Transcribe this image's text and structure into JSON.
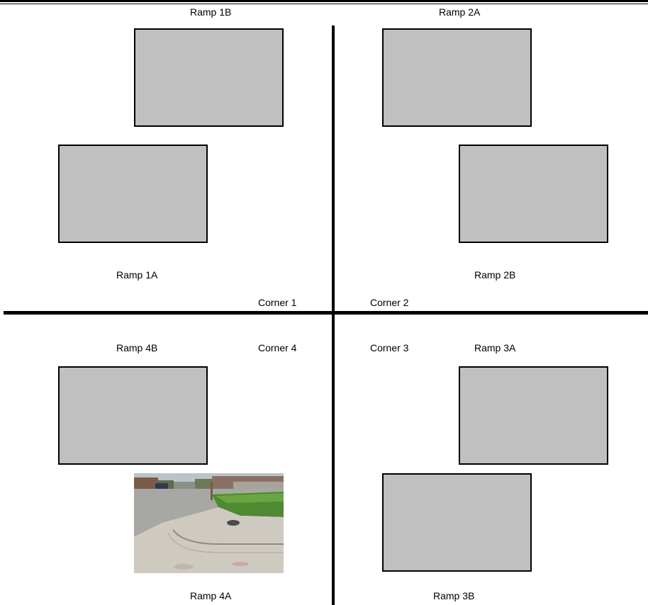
{
  "ramps": {
    "r1a": "Ramp 1A",
    "r1b": "Ramp 1B",
    "r2a": "Ramp 2A",
    "r2b": "Ramp 2B",
    "r3a": "Ramp 3A",
    "r3b": "Ramp 3B",
    "r4a": "Ramp 4A",
    "r4b": "Ramp 4B"
  },
  "corners": {
    "c1": "Corner 1",
    "c2": "Corner 2",
    "c3": "Corner 3",
    "c4": "Corner 4"
  },
  "colors": {
    "placeholder_fill": "#c0c0c0",
    "divider": "#000000"
  },
  "photo": {
    "subject": "curb-ramp-photo"
  }
}
